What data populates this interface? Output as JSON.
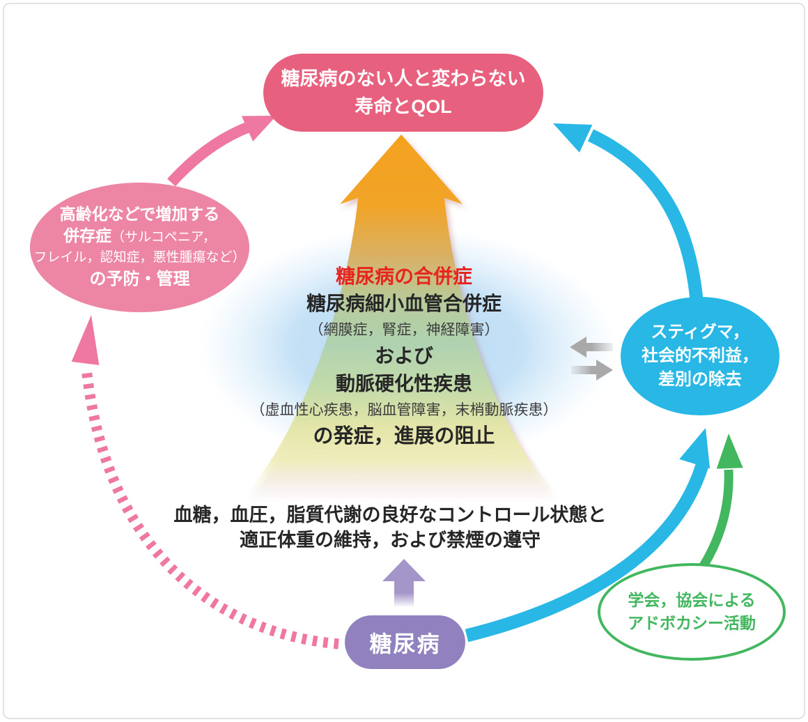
{
  "colors": {
    "rose": "#e7607d",
    "pink": "#ed86a4",
    "pinkArrow": "#ee78a2",
    "cyan": "#29b8e5",
    "purple": "#9182bf",
    "purpleArrow": "#a596ca",
    "green": "#43b75f",
    "red": "#e62420",
    "gray": "#a9a9a9",
    "orange": "#f5a01d"
  },
  "goal": {
    "line1": "糖尿病のない人と変わらない",
    "line2": "寿命とQOL"
  },
  "comorbidity": {
    "line1": "高齢化などで増加する",
    "line2_bold": "併存症",
    "line2_light": "（サルコペニア，",
    "line3": "フレイル，認知症，悪性腫瘍など）",
    "line4": "の予防・管理"
  },
  "complications": {
    "heading": "糖尿病の合併症",
    "micro": "糖尿病細小血管合併症",
    "micro_paren": "（網膜症，腎症，神経障害）",
    "conjunction": "および",
    "macro": "動脈硬化性疾患",
    "macro_paren": "（虚血性心疾患，脳血管障害，末梢動脈疾患）",
    "outcome": "の発症，進展の阻止"
  },
  "control": {
    "line1": "血糖，血圧，脂質代謝の良好なコントロール状態と",
    "line2": "適正体重の維持，および禁煙の遵守"
  },
  "stigma": {
    "line1": "スティグマ，",
    "line2": "社会的不利益，",
    "line3": "差別の除去"
  },
  "advocacy": {
    "line1": "学会，協会による",
    "line2": "アドボカシー活動"
  },
  "diabetes": {
    "label": "糖尿病"
  }
}
